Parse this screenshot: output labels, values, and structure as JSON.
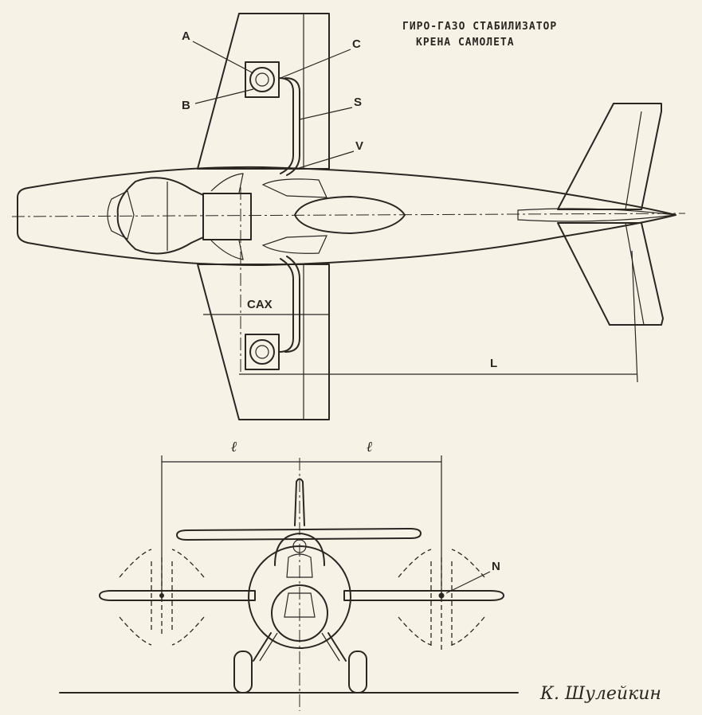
{
  "title": {
    "line1": "ГИРО-ГАЗО СТАБИЛИЗАТОР",
    "line2": "КРЕНА САМОЛЕТА"
  },
  "labels": {
    "a": "A",
    "b": "B",
    "c": "C",
    "s": "S",
    "v": "V",
    "cax": "CAX",
    "l_upper": "L",
    "l_left": "ℓ",
    "l_right": "ℓ",
    "n": "N"
  },
  "signature": "К. Шулейкин",
  "colors": {
    "paper": "#f6f3e6",
    "ink": "#2a2622"
  }
}
